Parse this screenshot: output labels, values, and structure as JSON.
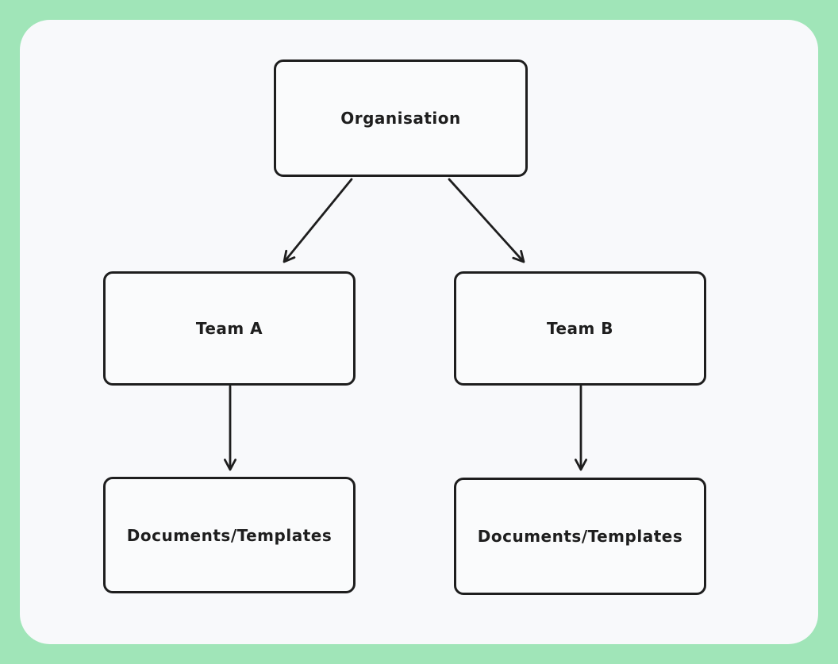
{
  "page": {
    "background_color": "#a0e5b8",
    "canvas_color": "#f8f9fb",
    "stroke_color": "#1e1e1e"
  },
  "diagram": {
    "type": "flowchart",
    "nodes": [
      {
        "id": "organisation",
        "label": "Organisation"
      },
      {
        "id": "team-a",
        "label": "Team A"
      },
      {
        "id": "team-b",
        "label": "Team B"
      },
      {
        "id": "documents-templates-a",
        "label": "Documents/Templates"
      },
      {
        "id": "documents-templates-b",
        "label": "Documents/Templates"
      }
    ],
    "edges": [
      {
        "from": "organisation",
        "to": "team-a"
      },
      {
        "from": "organisation",
        "to": "team-b"
      },
      {
        "from": "team-a",
        "to": "documents-templates-a"
      },
      {
        "from": "team-b",
        "to": "documents-templates-b"
      }
    ]
  }
}
